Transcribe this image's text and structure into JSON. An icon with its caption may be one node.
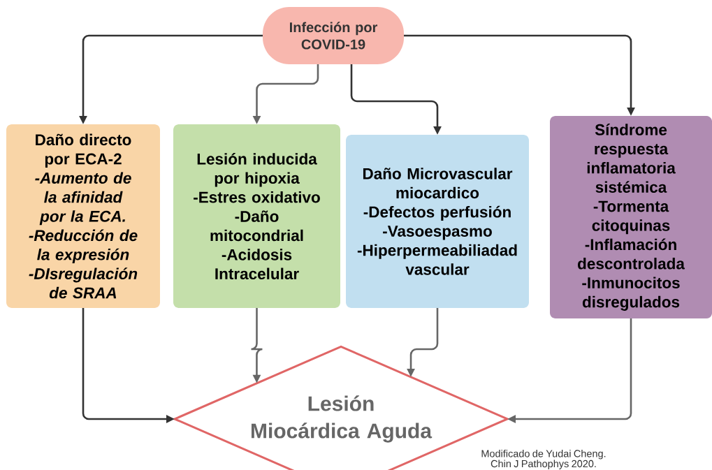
{
  "diagram": {
    "nodes": [
      {
        "text": [
          "Infección por COVID-19"
        ]
      },
      {
        "text": [
          "Daño directo por ECA-2",
          "-Aumento de la afinidad por la ECA.",
          "-Reducción de la expresión",
          "-DIsregulación de SRAA"
        ]
      },
      {
        "text": [
          "Lesión inducida por hipoxia",
          "-Estres oxidativo",
          "-Daño mitocondrial",
          "-Acidosis Intracelular"
        ]
      },
      {
        "text": [
          "Daño Microvascular miocardico",
          "-Defectos perfusión",
          "-Vasoespasmo",
          "-Hiperpermeabiliadad vascular"
        ]
      },
      {
        "text": [
          "Síndrome respuesta inflamatoria sistémica",
          "-Tormenta citoquinas",
          "-Inflamación descontrolada",
          "-Inmunocitos disregulados"
        ]
      },
      {
        "text": [
          "Lesión Miocárdica Aguda"
        ]
      }
    ],
    "edges": [
      {
        "from": 0,
        "to": 1,
        "arrow": "to"
      },
      {
        "from": 0,
        "to": 2,
        "arrow": "to",
        "color": "#666666"
      },
      {
        "from": 0,
        "to": 3,
        "arrow": "to"
      },
      {
        "from": 0,
        "to": 4,
        "arrow": "to"
      },
      {
        "from": 1,
        "to": 5,
        "arrow": "to"
      },
      {
        "from": 2,
        "to": 5,
        "arrow": "to",
        "color": "#666666"
      },
      {
        "from": 3,
        "to": 5,
        "arrow": "to",
        "color": "#666666"
      },
      {
        "from": 4,
        "to": 5,
        "arrow": "to",
        "color": "#666666"
      }
    ],
    "labels": [
      "Modificado de Yudai Cheng. Chin J Pathophys 2020."
    ]
  }
}
